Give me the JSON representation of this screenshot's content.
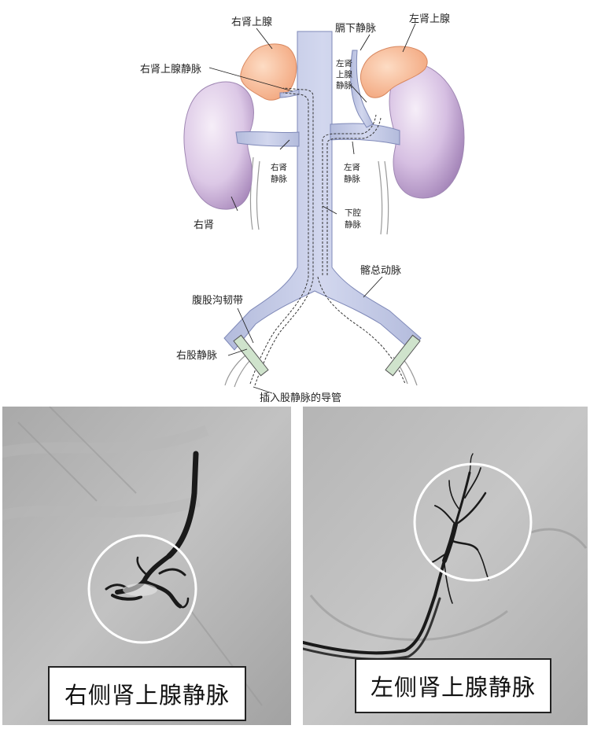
{
  "diagram": {
    "labels": {
      "right_adrenal_gland": "右肾上腺",
      "right_adrenal_vein": "右肾上腺静脉",
      "inferior_phrenic_vein": "膈下静脉",
      "left_adrenal_gland": "左肾上腺",
      "left_adrenal_vein_l1": "左肾",
      "left_adrenal_vein_l2": "上腺",
      "left_adrenal_vein_l3": "静脉",
      "right_renal_vein_l1": "右肾",
      "right_renal_vein_l2": "静脉",
      "left_renal_vein_l1": "左肾",
      "left_renal_vein_l2": "静脉",
      "right_kidney": "右肾",
      "ivc_l1": "下腔",
      "ivc_l2": "静脉",
      "common_iliac_artery": "髂总动脉",
      "inguinal_ligament": "腹股沟韧带",
      "right_femoral_vein": "右股静脉",
      "catheter": "插入股静脉的导管"
    },
    "colors": {
      "vein": "#c3c9e4",
      "adrenal": "#f7b995",
      "kidney": "#e2cfe8",
      "ligament": "#cfe3cc"
    }
  },
  "angiograms": [
    {
      "caption": "右侧肾上腺静脉"
    },
    {
      "caption": "左侧肾上腺静脉"
    }
  ]
}
